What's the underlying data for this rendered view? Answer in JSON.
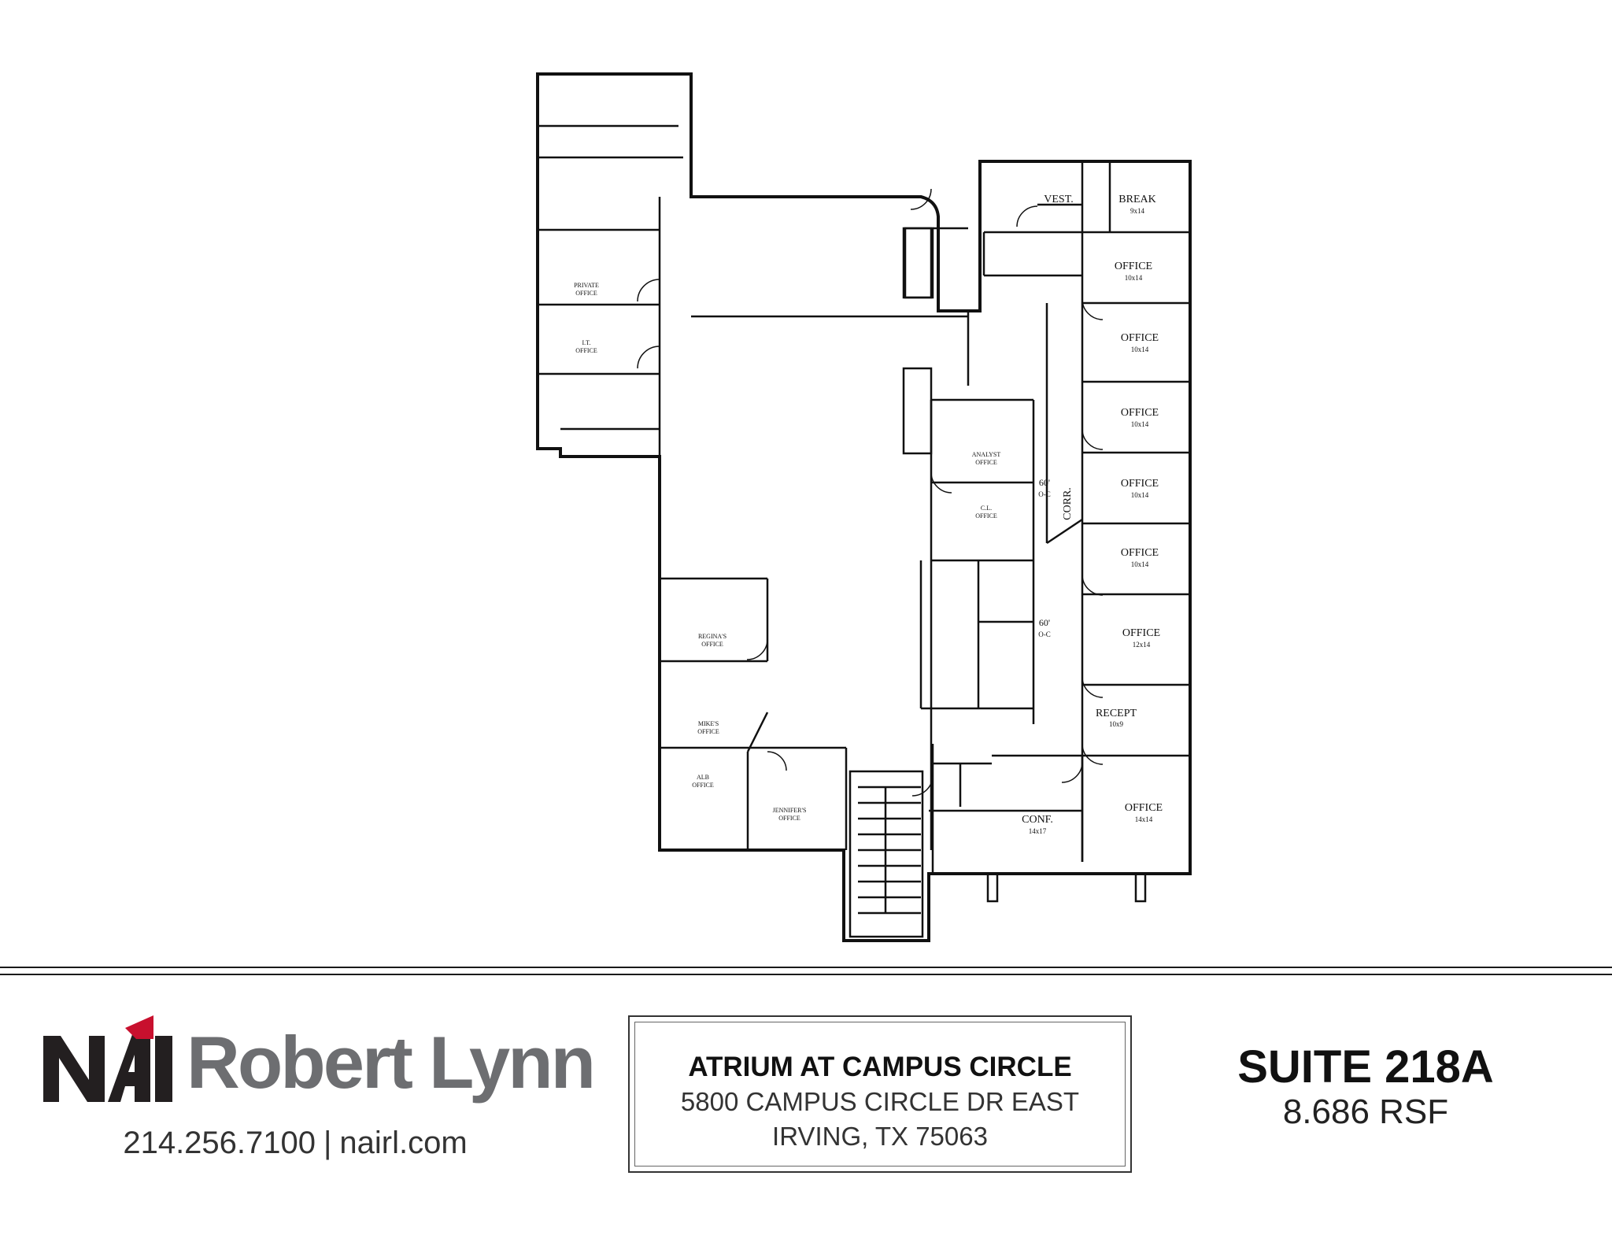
{
  "floor_plan": {
    "rooms": [
      {
        "id": "vest",
        "label": "VEST.",
        "dim": ""
      },
      {
        "id": "break",
        "label": "BREAK",
        "dim": "9x14"
      },
      {
        "id": "office1",
        "label": "OFFICE",
        "dim": "10x14"
      },
      {
        "id": "office2",
        "label": "OFFICE",
        "dim": "10x14"
      },
      {
        "id": "office3",
        "label": "OFFICE",
        "dim": "10x14"
      },
      {
        "id": "office4",
        "label": "OFFICE",
        "dim": "10x14"
      },
      {
        "id": "office5",
        "label": "OFFICE",
        "dim": "10x14"
      },
      {
        "id": "office6",
        "label": "OFFICE",
        "dim": "12x14"
      },
      {
        "id": "recept",
        "label": "RECEPT",
        "dim": "10x9"
      },
      {
        "id": "office7",
        "label": "OFFICE",
        "dim": "14x14"
      },
      {
        "id": "conf",
        "label": "CONF.",
        "dim": "14x17"
      },
      {
        "id": "private",
        "label": "PRIVATE",
        "dim": "OFFICE"
      },
      {
        "id": "it",
        "label": "I.T.",
        "dim": "OFFICE"
      },
      {
        "id": "analyst",
        "label": "ANALYST",
        "dim": "OFFICE"
      },
      {
        "id": "cl",
        "label": "C.L.",
        "dim": "OFFICE"
      },
      {
        "id": "regina",
        "label": "REGINA'S",
        "dim": "OFFICE"
      },
      {
        "id": "mike",
        "label": "MIKE'S",
        "dim": "OFFICE"
      },
      {
        "id": "alb",
        "label": "ALB",
        "dim": "OFFICE"
      },
      {
        "id": "jennifer",
        "label": "JENNIFER'S",
        "dim": "OFFICE"
      }
    ],
    "corridor_label": "CORR.",
    "width_label": "60'",
    "width_sub": "O-C"
  },
  "logo": {
    "mark": "NAI",
    "company": "Robert Lynn",
    "mark_color": "#231f20",
    "accent_color": "#c8102e",
    "name_color": "#6d6e71"
  },
  "contact": {
    "phone": "214.256.7100",
    "separator": "|",
    "website": "nairl.com"
  },
  "property": {
    "name": "ATRIUM AT CAMPUS CIRCLE",
    "street": "5800 CAMPUS CIRCLE DR EAST",
    "city": "IRVING, TX 75063"
  },
  "suite": {
    "number": "SUITE 218A",
    "area": "8.686 RSF"
  }
}
